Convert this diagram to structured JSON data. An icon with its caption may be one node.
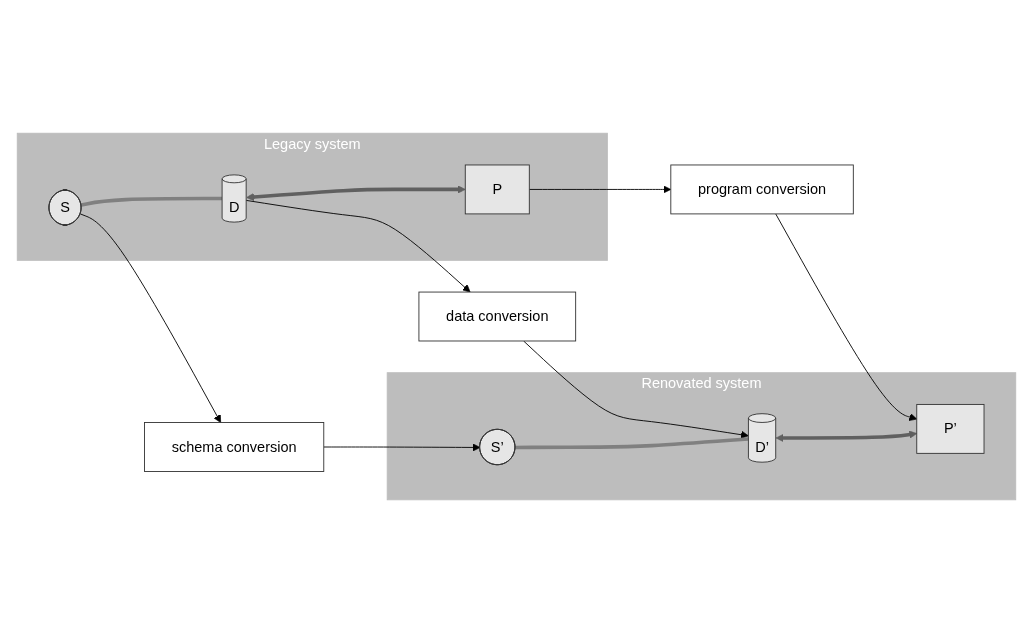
{
  "diagram": {
    "nodes": [
      {
        "text": [
          "Legacy system"
        ]
      },
      {
        "text": [
          "S"
        ],
        "in": 0
      },
      {
        "text": [
          "D"
        ],
        "in": 0
      },
      {
        "text": [
          "P"
        ],
        "in": 0
      },
      {
        "text": [
          "schema conversion"
        ]
      },
      {
        "text": [
          "data conversion"
        ]
      },
      {
        "text": [
          "program conversion"
        ]
      },
      {
        "text": [
          "Renovated system"
        ]
      },
      {
        "text": [
          "S’"
        ],
        "in": 7
      },
      {
        "text": [
          "D’"
        ],
        "in": 7
      },
      {
        "text": [
          "P’"
        ],
        "in": 7
      }
    ],
    "edges": [
      {
        "from": 1,
        "to": 2,
        "arrow": "none",
        "style": "thick",
        "color": "#808080"
      },
      {
        "from": 2,
        "to": 3,
        "arrow": "both",
        "style": "thick",
        "color": "#606060"
      },
      {
        "from": 1,
        "to": 4,
        "arrow": "to"
      },
      {
        "from": 4,
        "to": 8,
        "arrow": "to"
      },
      {
        "from": 2,
        "to": 5,
        "arrow": "to"
      },
      {
        "from": 5,
        "to": 9,
        "arrow": "to"
      },
      {
        "from": 3,
        "to": 6,
        "arrow": "to"
      },
      {
        "from": 6,
        "to": 10,
        "arrow": "to"
      },
      {
        "from": 8,
        "to": 9,
        "arrow": "none",
        "style": "thick",
        "color": "#808080"
      },
      {
        "from": 9,
        "to": 10,
        "arrow": "both",
        "style": "thick",
        "color": "#606060"
      }
    ]
  }
}
